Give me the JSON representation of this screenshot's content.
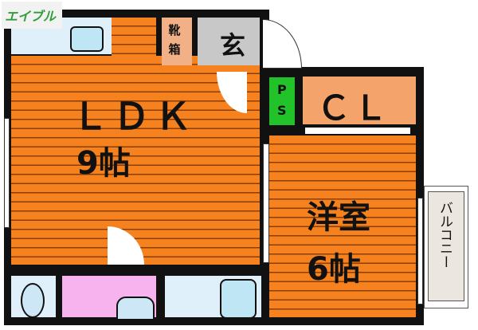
{
  "logo": {
    "text": "エイブル",
    "color": "#2e9e3a"
  },
  "rooms": {
    "ldk": {
      "label": "ＬＤＫ",
      "size": "9帖"
    },
    "shoe_box": {
      "label": "靴箱"
    },
    "entrance": {
      "label": "玄"
    },
    "ps": {
      "label_top": "P",
      "label_bottom": "S"
    },
    "closet": {
      "label": "ＣＬ"
    },
    "western": {
      "label": "洋室",
      "size": "6帖"
    },
    "balcony": {
      "label": "バルコニー"
    }
  },
  "colors": {
    "floor": "#f5821f",
    "closet": "#f4a36a",
    "ps": "#22c32a",
    "washroom": "#f6b3ee",
    "wet_area": "#dff0fb",
    "entrance": "#c8c8c8"
  }
}
